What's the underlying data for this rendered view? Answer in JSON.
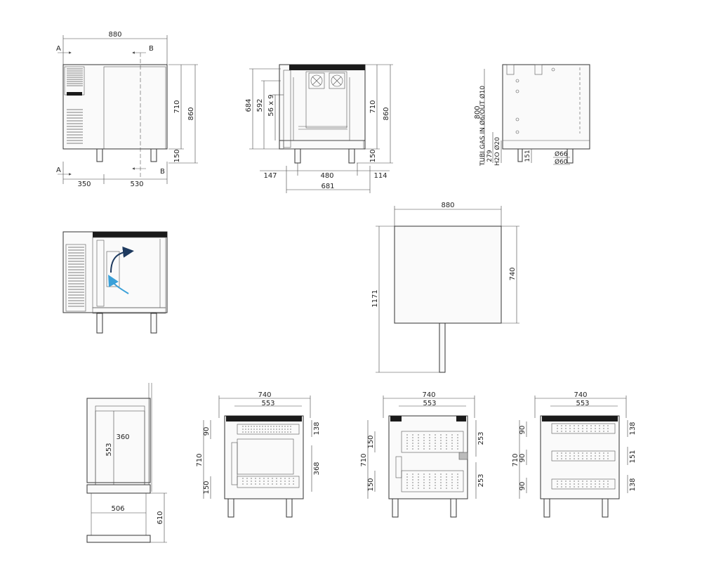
{
  "section_labels": {
    "a": "A",
    "b": "B"
  },
  "front_view": {
    "width": "880",
    "left_part": "350",
    "right_part": "530",
    "height_body": "710",
    "height_total": "860",
    "legs": "150"
  },
  "side_section": {
    "h684": "684",
    "h592": "592",
    "shelves": "56 x 9",
    "h710": "710",
    "h860": "860",
    "legs": "150",
    "left": "147",
    "center": "480",
    "right": "114",
    "total": "681"
  },
  "rear_view": {
    "height": "800",
    "gas_label": "TUBI GAS IN Ø6/OUT Ø10",
    "h279": "279",
    "water_label": "H2O Ø20",
    "h151": "151",
    "d66": "Ø66",
    "d60": "Ø60"
  },
  "top_view": {
    "width": "880",
    "depth": "740",
    "door_open": "1171"
  },
  "drawer_section": {
    "width": "360",
    "height": "553",
    "depth": "506",
    "h610": "610"
  },
  "views": [
    {
      "width": "740",
      "inner": "553",
      "left_dims": [
        "90",
        "710",
        "150"
      ],
      "right_dims": [
        "138",
        "368"
      ]
    },
    {
      "width": "740",
      "inner": "553",
      "left_dims": [
        "150",
        "710",
        "150"
      ],
      "right_dims": [
        "253",
        "253"
      ]
    },
    {
      "width": "740",
      "inner": "553",
      "left_dims": [
        "90",
        "710",
        "90",
        "90"
      ],
      "right_dims": [
        "138",
        "151",
        "138"
      ]
    }
  ],
  "colors": {
    "line": "#333333",
    "airflow": "#1e3a5f",
    "airflow_light": "#3aa0d8"
  }
}
